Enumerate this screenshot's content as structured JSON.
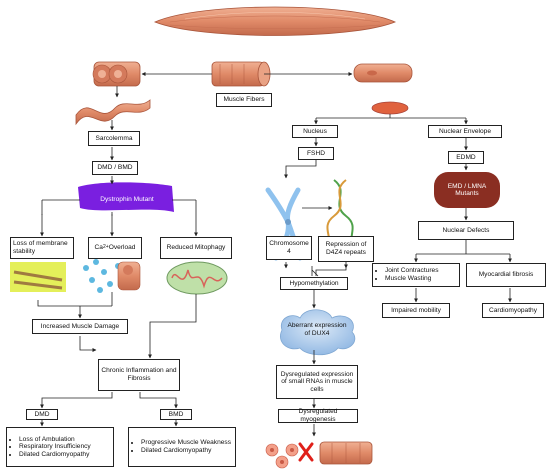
{
  "top": {
    "muscle_fibers": "Muscle Fibers"
  },
  "left": {
    "sarcolemma": "Sarcolemma",
    "dmd_bmd": "DMD / BMD",
    "dystrophin_mutant": "Dystrophin Mutant",
    "loss_membrane": "Loss of membrane stability",
    "ca_overload_prefix": "Ca",
    "ca_overload_sup": "2+",
    "ca_overload_suffix": " Overload",
    "reduced_mitophagy": "Reduced Mitophagy",
    "increased_damage": "Increased Muscle Damage",
    "chronic_inflammation": "Chronic Inflammation and Fibrosis",
    "dmd": "DMD",
    "bmd": "BMD",
    "dmd_symptoms": [
      "Loss of Ambulation",
      "Respiratory Insufficiency",
      "Dilated Cardiomyopathy"
    ],
    "bmd_symptoms": [
      "Progressive Muscle Weakness",
      "Dilated Cardiomyopathy"
    ]
  },
  "middle": {
    "nucleus": "Nucleus",
    "fshd": "FSHD",
    "chromosome4": "Chromosome 4",
    "repression": "Repression of D4Z4 repeats",
    "hypomethylation": "Hypomethylation",
    "aberrant_dux4": "Aberrant expression of DUX4",
    "dysregulated_rnas": "Dysregulated expression of small RNAs in muscle cells",
    "dysregulated_myogenesis": "Dysregulated myogenesis"
  },
  "right": {
    "nuclear_envelope": "Nuclear Envelope",
    "edmd": "EDMD",
    "emd_lmna": "EMD / LMNA Mutants",
    "nuclear_defects": "Nuclear Defects",
    "joint_list": [
      "Joint Contractures",
      "Muscle Wasting"
    ],
    "myocardial_fibrosis": "Myocardial fibrosis",
    "impaired_mobility": "Impaired mobility",
    "cardiomyopathy": "Cardiomyopathy"
  },
  "colors": {
    "muscle": "#e08a68",
    "muscle_dark": "#b85a40",
    "dystrophin_banner": "#7a1fe0",
    "emd_banner": "#8a2e22",
    "dux4_cloud": "#a7c8ea",
    "cross": "#e0201a"
  }
}
